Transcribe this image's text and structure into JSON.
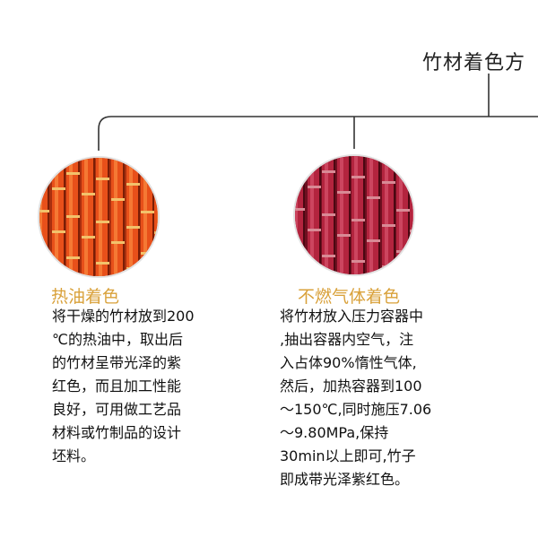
{
  "title": "竹材着色方",
  "methods": [
    {
      "heading": "热油着色",
      "image_icon": "bamboo-orange-icon",
      "lines": [
        "将干燥的竹材放到200",
        "℃的热油中，取出后",
        "的竹材呈带光泽的紫",
        "红色，而且加工性能",
        "良好，可用做工艺品",
        "材料或竹制品的设计",
        "坯料。"
      ]
    },
    {
      "heading": "不燃气体着色",
      "image_icon": "bamboo-crimson-icon",
      "lines": [
        "将竹材放入压力容器中",
        ",抽出容器内空气，注",
        "入占体90%惰性气体,",
        "然后，加热容器到100",
        "～150℃,同时施压7.06",
        "～9.80MPa,保持",
        "30min以上即可,竹子",
        "即成带光泽紫红色。"
      ]
    }
  ],
  "colors": {
    "heading": "#d9a13a",
    "connector": "#333333",
    "method1_bamboo": "#e8501a",
    "method2_bamboo": "#b3243e"
  }
}
